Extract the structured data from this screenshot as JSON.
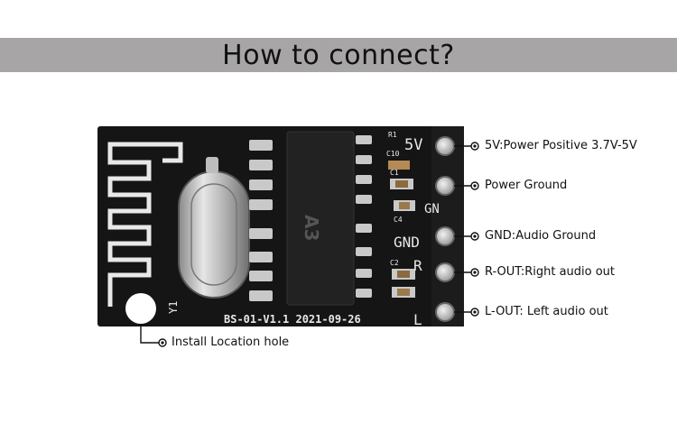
{
  "title": "How to connect?",
  "board": {
    "silk_5v": "5V",
    "silk_gnd": "GND",
    "silk_r": "R",
    "silk_l": "L",
    "silk_model": "BS-01-V1.1 2021-09-26",
    "silk_gn": "GN",
    "silk_r1": "R1",
    "silk_c10": "C10",
    "silk_c1": "C1",
    "silk_c2": "C2",
    "silk_c4": "C4",
    "silk_y1": "Y1",
    "chip_mark": "A3",
    "colors": {
      "pcb": "#151515",
      "silk": "#e8e8e8",
      "pad": "#c9c9c9",
      "chip": "#222222"
    }
  },
  "pins": [
    {
      "label": "5V:Power Positive 3.7V-5V"
    },
    {
      "label": "Power Ground"
    },
    {
      "label": "GND:Audio Ground"
    },
    {
      "label": "R-OUT:Right audio out"
    },
    {
      "label": "L-OUT: Left audio out"
    }
  ],
  "hole": {
    "label": "Install Location hole"
  }
}
